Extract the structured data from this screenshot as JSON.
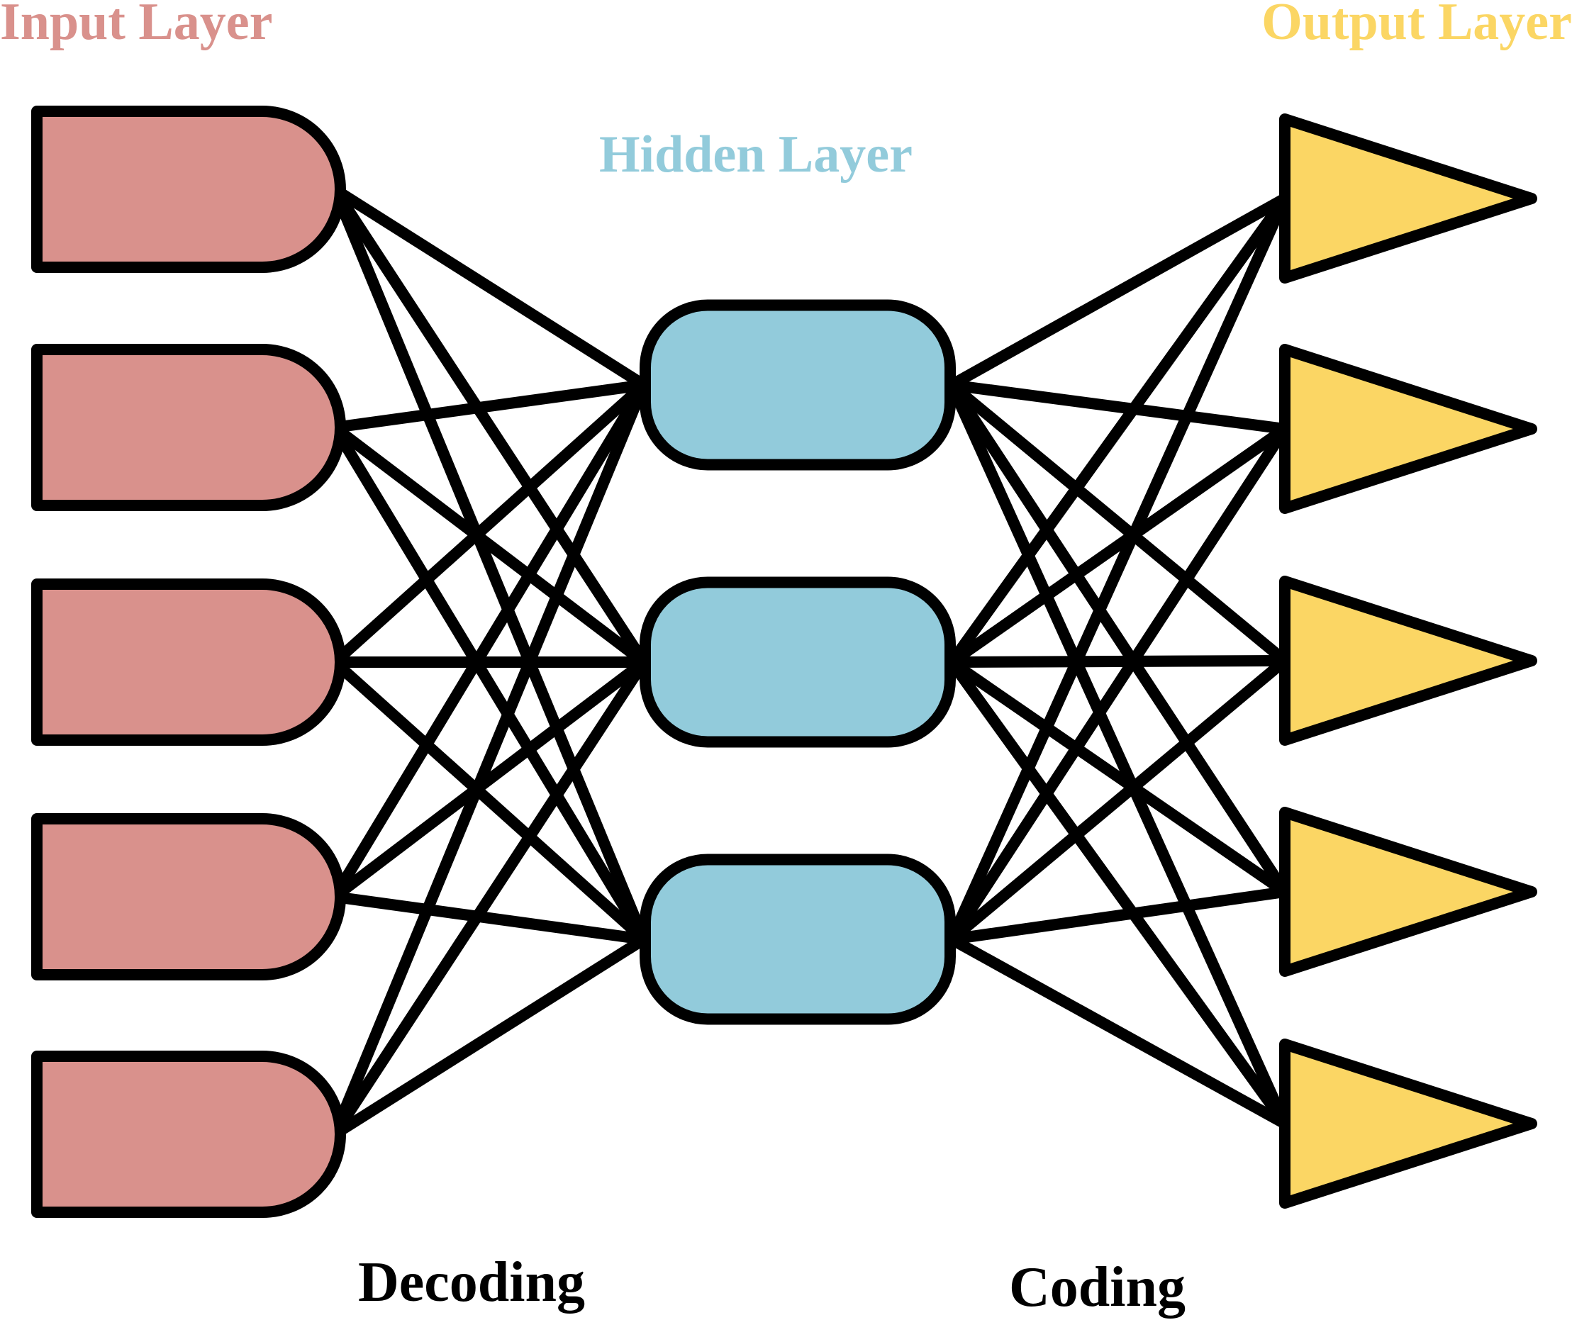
{
  "labels": {
    "input_layer": "Input Layer",
    "hidden_layer": "Hidden Layer",
    "output_layer": "Output Layer",
    "decoding": "Decoding",
    "coding": "Coding"
  },
  "colors": {
    "input": "#D9918C",
    "hidden": "#92CBDB",
    "output": "#FBD664",
    "input_label": "#D9918C",
    "hidden_label": "#92CBDB",
    "output_label": "#FBD664",
    "stroke": "#000000"
  },
  "network": {
    "input_count": 5,
    "hidden_count": 3,
    "output_count": 5,
    "fully_connected": true
  }
}
